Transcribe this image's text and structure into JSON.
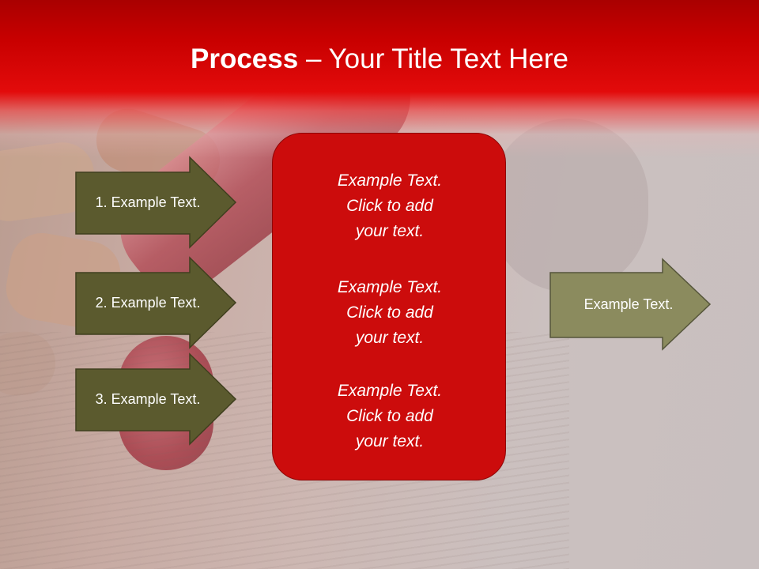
{
  "title": {
    "bold": "Process",
    "rest": " – Your Title Text Here"
  },
  "left_arrows": [
    {
      "label": "1. Example Text."
    },
    {
      "label": "2. Example Text."
    },
    {
      "label": "3. Example Text."
    }
  ],
  "center": {
    "blocks": [
      {
        "line1": "Example Text.",
        "line2": "Click  to add",
        "line3": "your text."
      },
      {
        "line1": "Example Text.",
        "line2": "Click  to add",
        "line3": "your text."
      },
      {
        "line1": "Example Text.",
        "line2": "Click  to add",
        "line3": "your text."
      }
    ]
  },
  "right_arrow": {
    "label": "Example Text."
  },
  "colors": {
    "title_band": "#e30b0b",
    "center_box": "#cc0c0c",
    "dark_arrow": "#5b5a2e",
    "light_arrow": "#8b8b5e"
  }
}
